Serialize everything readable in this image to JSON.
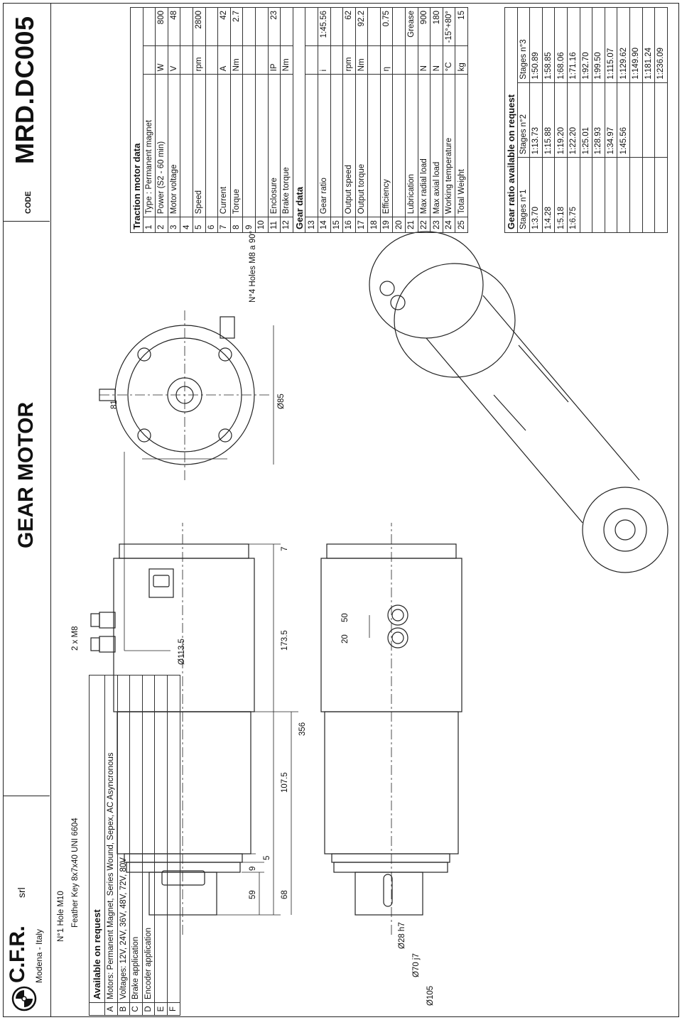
{
  "header": {
    "brand": "C.F.R.",
    "brand_suffix": "srl",
    "city": "Modena - Italy",
    "title": "GEAR MOTOR",
    "code_label": "CODE",
    "code": "MRD.DC005"
  },
  "dimensions": {
    "hole_m10": "N°1 Hole M10",
    "feather_key": "Feather Key 8x7x40 UNI 6604",
    "m8": "2 x M8",
    "d113": "Ø113.5",
    "d81": "81",
    "d85": "Ø85",
    "holes_m8": "N°4 Holes M8 a 90°",
    "d105": "Ø105",
    "d70": "Ø70 j7",
    "d28": "Ø28 h7",
    "l5": "5",
    "l9": "9",
    "l59": "59",
    "l68": "68",
    "l107": "107.5",
    "l356": "356",
    "l173": "173.5",
    "l7": "7",
    "l20": "20",
    "l50": "50"
  },
  "traction": {
    "title": "Traction motor data",
    "rows": [
      {
        "n": "1",
        "label": "Type : Permanent magnet",
        "unit": "",
        "value": ""
      },
      {
        "n": "2",
        "label": "Power (S2 - 60 min)",
        "unit": "W",
        "value": "800"
      },
      {
        "n": "3",
        "label": "Motor voltage",
        "unit": "V",
        "value": "48"
      },
      {
        "n": "4",
        "label": "",
        "unit": "",
        "value": ""
      },
      {
        "n": "5",
        "label": "Speed",
        "unit": "rpm",
        "value": "2800"
      },
      {
        "n": "6",
        "label": "",
        "unit": "",
        "value": ""
      },
      {
        "n": "7",
        "label": "Current",
        "unit": "A",
        "value": "42"
      },
      {
        "n": "8",
        "label": "Torque",
        "unit": "Nm",
        "value": "2.7"
      },
      {
        "n": "9",
        "label": "",
        "unit": "",
        "value": ""
      },
      {
        "n": "10",
        "label": "",
        "unit": "",
        "value": ""
      },
      {
        "n": "11",
        "label": "Enclosure",
        "unit": "IP",
        "value": "23"
      },
      {
        "n": "12",
        "label": "Brake torque",
        "unit": "Nm",
        "value": ""
      }
    ],
    "gear_title": "Gear data",
    "gear_rows": [
      {
        "n": "13",
        "label": "",
        "unit": "",
        "value": ""
      },
      {
        "n": "14",
        "label": "Gear ratio",
        "unit": "i",
        "value": "1:45.56"
      },
      {
        "n": "15",
        "label": "",
        "unit": "",
        "value": ""
      },
      {
        "n": "16",
        "label": "Output speed",
        "unit": "rpm",
        "value": "62"
      },
      {
        "n": "17",
        "label": "Output torque",
        "unit": "Nm",
        "value": "92.2"
      },
      {
        "n": "18",
        "label": "",
        "unit": "",
        "value": ""
      },
      {
        "n": "19",
        "label": "Efficiency",
        "unit": "η",
        "value": "0.75"
      },
      {
        "n": "20",
        "label": "",
        "unit": "",
        "value": ""
      },
      {
        "n": "21",
        "label": "Lubrication",
        "unit": "",
        "value": "Grease"
      },
      {
        "n": "22",
        "label": "Max radial load",
        "unit": "N",
        "value": "900"
      },
      {
        "n": "23",
        "label": "Max axial load",
        "unit": "N",
        "value": "180"
      },
      {
        "n": "24",
        "label": "Working temperature",
        "unit": "°C",
        "value": "-15°+80°"
      },
      {
        "n": "25",
        "label": "Total Weight",
        "unit": "kg",
        "value": "15"
      }
    ]
  },
  "gear_ratio": {
    "title": "Gear ratio available on request",
    "headers": [
      "Stages n°1",
      "Stages n°2",
      "Stages n°3"
    ],
    "rows": [
      [
        "1:3.70",
        "1:13.73",
        "1:50.89"
      ],
      [
        "1:4.28",
        "1:15.88",
        "1:58.85"
      ],
      [
        "1:5.18",
        "1:19.20",
        "1:68.06"
      ],
      [
        "1:6.75",
        "1:22.20",
        "1:71.16"
      ],
      [
        "",
        "1:25.01",
        "1:92.70"
      ],
      [
        "",
        "1:28.93",
        "1:99.50"
      ],
      [
        "",
        "1:34.97",
        "1:115.07"
      ],
      [
        "",
        "1:45.56",
        "1:129.62"
      ],
      [
        "",
        "",
        "1:149.90"
      ],
      [
        "",
        "",
        "1:181.24"
      ],
      [
        "",
        "",
        "1:236.09"
      ]
    ]
  },
  "available": {
    "title": "Available on request",
    "rows": [
      {
        "l": "A",
        "text": "Motors: Permanent Magnet, Series Wound, Sepex, AC Asyncronous"
      },
      {
        "l": "B",
        "text": "Voltages: 12V, 24V, 36V, 48V, 72V, 80V"
      },
      {
        "l": "C",
        "text": "Brake application"
      },
      {
        "l": "D",
        "text": "Encoder application"
      },
      {
        "l": "E",
        "text": ""
      },
      {
        "l": "F",
        "text": ""
      }
    ]
  }
}
